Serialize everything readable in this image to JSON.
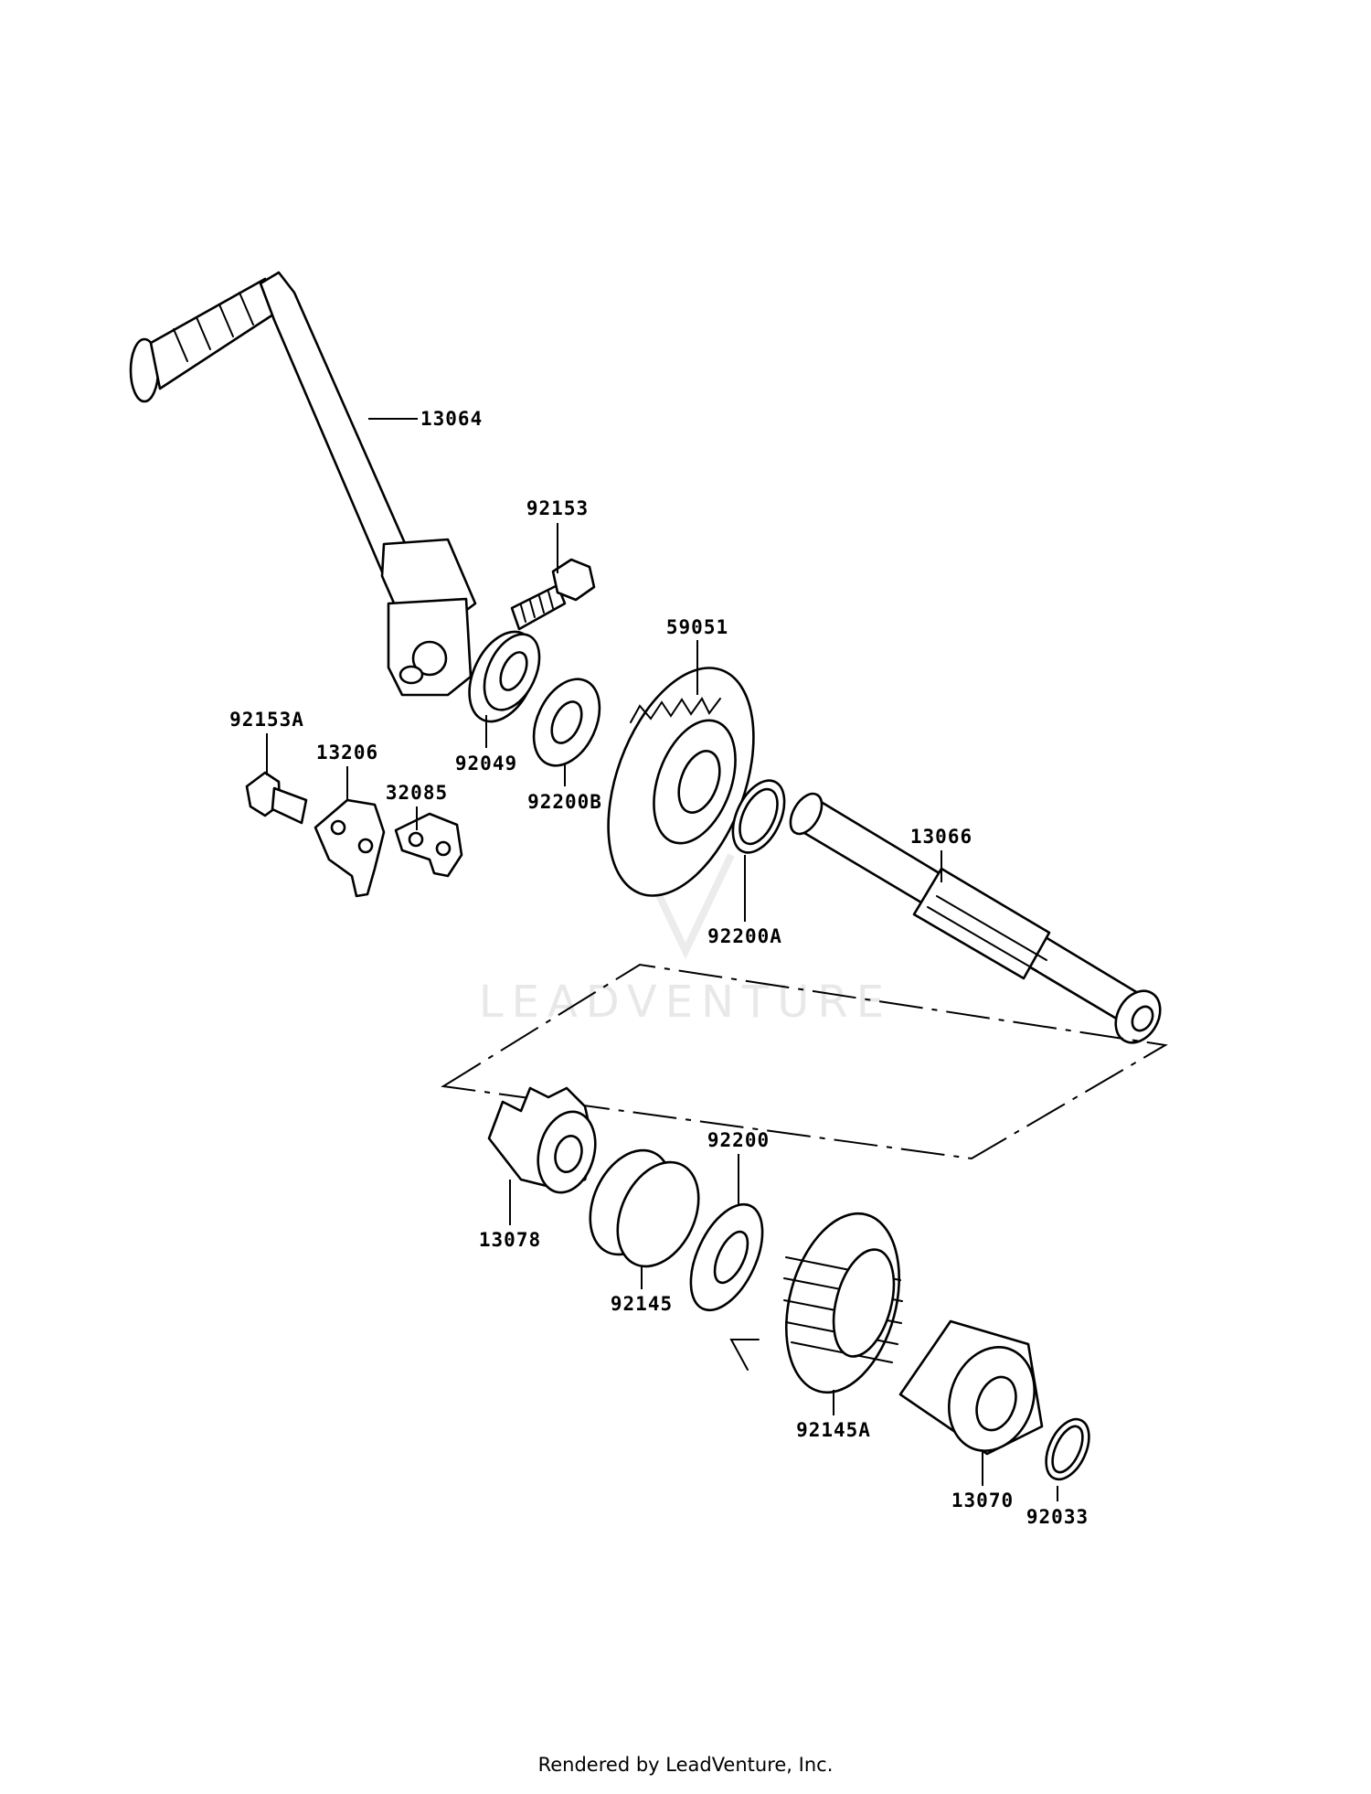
{
  "parts": [
    {
      "id": "p13064",
      "label": "13064"
    },
    {
      "id": "p92153",
      "label": "92153"
    },
    {
      "id": "p59051",
      "label": "59051"
    },
    {
      "id": "p92153A",
      "label": "92153A"
    },
    {
      "id": "p13206",
      "label": "13206"
    },
    {
      "id": "p32085",
      "label": "32085"
    },
    {
      "id": "p92049",
      "label": "92049"
    },
    {
      "id": "p92200B",
      "label": "92200B"
    },
    {
      "id": "p13066",
      "label": "13066"
    },
    {
      "id": "p92200A",
      "label": "92200A"
    },
    {
      "id": "p92200",
      "label": "92200"
    },
    {
      "id": "p13078",
      "label": "13078"
    },
    {
      "id": "p92145",
      "label": "92145"
    },
    {
      "id": "p92145A",
      "label": "92145A"
    },
    {
      "id": "p13070",
      "label": "13070"
    },
    {
      "id": "p92033",
      "label": "92033"
    }
  ],
  "watermark": "LEADVENTURE",
  "footer": "Rendered by LeadVenture, Inc."
}
